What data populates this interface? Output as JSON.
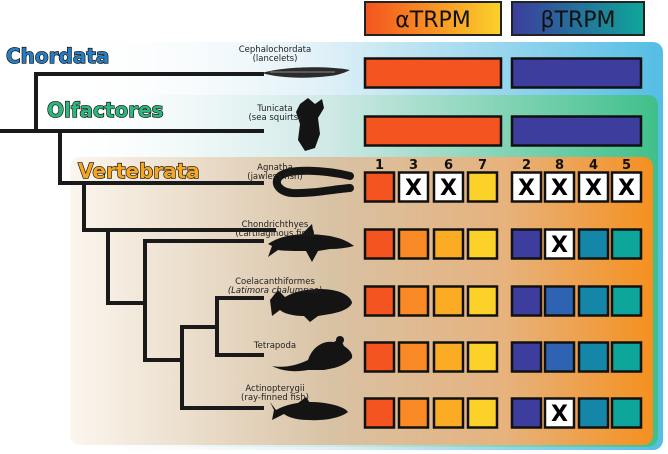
{
  "headers": {
    "alpha": {
      "label": "αTRPM",
      "colors": [
        "#f4541f",
        "#fbd12a"
      ]
    },
    "beta": {
      "label": "βTRPM",
      "colors": [
        "#3c3d9c",
        "#0ea69a"
      ]
    }
  },
  "clades": {
    "chordata": {
      "label": "Chordata",
      "color": "#2a7bbf"
    },
    "olfactores": {
      "label": "Olfactores",
      "color": "#2fb67d"
    },
    "vertebrata": {
      "label": "Vertebrata",
      "color": "#f5a623"
    }
  },
  "column_numbers": {
    "alpha": [
      "1",
      "3",
      "6",
      "7"
    ],
    "beta": [
      "2",
      "8",
      "4",
      "5"
    ]
  },
  "absence_mark": "X",
  "taxa": [
    {
      "name": "Cephalochordata",
      "common": "(lancelets)",
      "common_italic": false,
      "icon": "lancelet-silhouette-icon",
      "merged": true
    },
    {
      "name": "Tunicata",
      "common": "(sea squirts)",
      "common_italic": false,
      "icon": "sea-squirt-silhouette-icon",
      "merged": true
    },
    {
      "name": "Agnatha",
      "common": "(jawless fish)",
      "common_italic": false,
      "icon": "lamprey-silhouette-icon",
      "merged": false,
      "alpha_present": [
        true,
        false,
        false,
        true
      ],
      "beta_present": [
        false,
        false,
        false,
        false
      ]
    },
    {
      "name": "Chondrichthyes",
      "common": "(cartilaginous fish)",
      "common_italic": false,
      "icon": "shark-silhouette-icon",
      "merged": false,
      "alpha_present": [
        true,
        true,
        true,
        true
      ],
      "beta_present": [
        true,
        false,
        true,
        true
      ]
    },
    {
      "name": "Coelacanthiformes",
      "common": "(Latimora chalumnae)",
      "common_italic": true,
      "icon": "coelacanth-silhouette-icon",
      "merged": false,
      "alpha_present": [
        true,
        true,
        true,
        true
      ],
      "beta_present": [
        true,
        true,
        true,
        true
      ]
    },
    {
      "name": "Tetrapoda",
      "common": "",
      "common_italic": false,
      "icon": "mouse-silhouette-icon",
      "merged": false,
      "alpha_present": [
        true,
        true,
        true,
        true
      ],
      "beta_present": [
        true,
        true,
        true,
        true
      ]
    },
    {
      "name": "Actinopterygii",
      "common": "(ray-finned fish)",
      "common_italic": false,
      "icon": "trout-silhouette-icon",
      "merged": false,
      "alpha_present": [
        true,
        true,
        true,
        true
      ],
      "beta_present": [
        true,
        false,
        true,
        true
      ]
    }
  ],
  "cell_colors": {
    "alpha": [
      "#f4541f",
      "#f98a25",
      "#fbac24",
      "#fbd12a"
    ],
    "beta": [
      "#3c3d9c",
      "#2e62b3",
      "#1486a8",
      "#0ea69a"
    ]
  }
}
